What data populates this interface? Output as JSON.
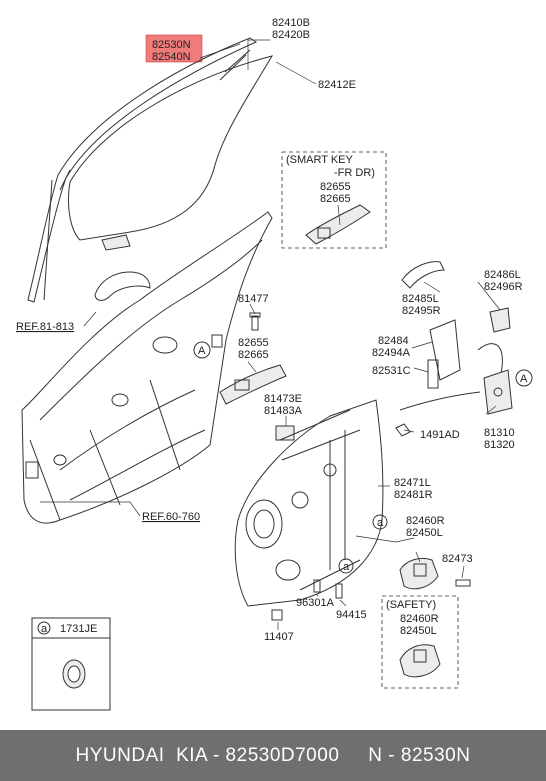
{
  "labels": {
    "p82530n": "82530N",
    "p82540n": "82540N",
    "p82410b": "82410B",
    "p82420b": "82420B",
    "p82412e": "82412E",
    "smart1": "(SMART KEY",
    "smart2": "-FR DR)",
    "p82655a": "82655",
    "p82665a": "82665",
    "p81477": "81477",
    "ref81": "REF.81-813",
    "p82655b": "82655",
    "p82665b": "82665",
    "p81473e": "81473E",
    "p81483a": "81483A",
    "p82486l": "82486L",
    "p82496r": "82496R",
    "p82485l": "82485L",
    "p82495r": "82495R",
    "p82484": "82484",
    "p82494a": "82494A",
    "p82531c": "82531C",
    "p1491ad": "1491AD",
    "p81310": "81310",
    "p81320": "81320",
    "p82471l": "82471L",
    "p82481r": "82481R",
    "ref60": "REF.60-760",
    "p82460r": "82460R",
    "p82450l": "82450L",
    "p82473": "82473",
    "p96301a": "96301A",
    "p94415": "94415",
    "safety": "(SAFETY)",
    "p82460r2": "82460R",
    "p82450l2": "82450L",
    "p11407": "11407",
    "p1731je": "1731JE",
    "circleA": "A",
    "circlea": "a"
  },
  "footer": {
    "text": "HYUNDAI  KIA - 82530D7000     N - 82530N"
  },
  "colors": {
    "highlight": "#f07b7b",
    "footer_bg": "#6f6f6f"
  }
}
